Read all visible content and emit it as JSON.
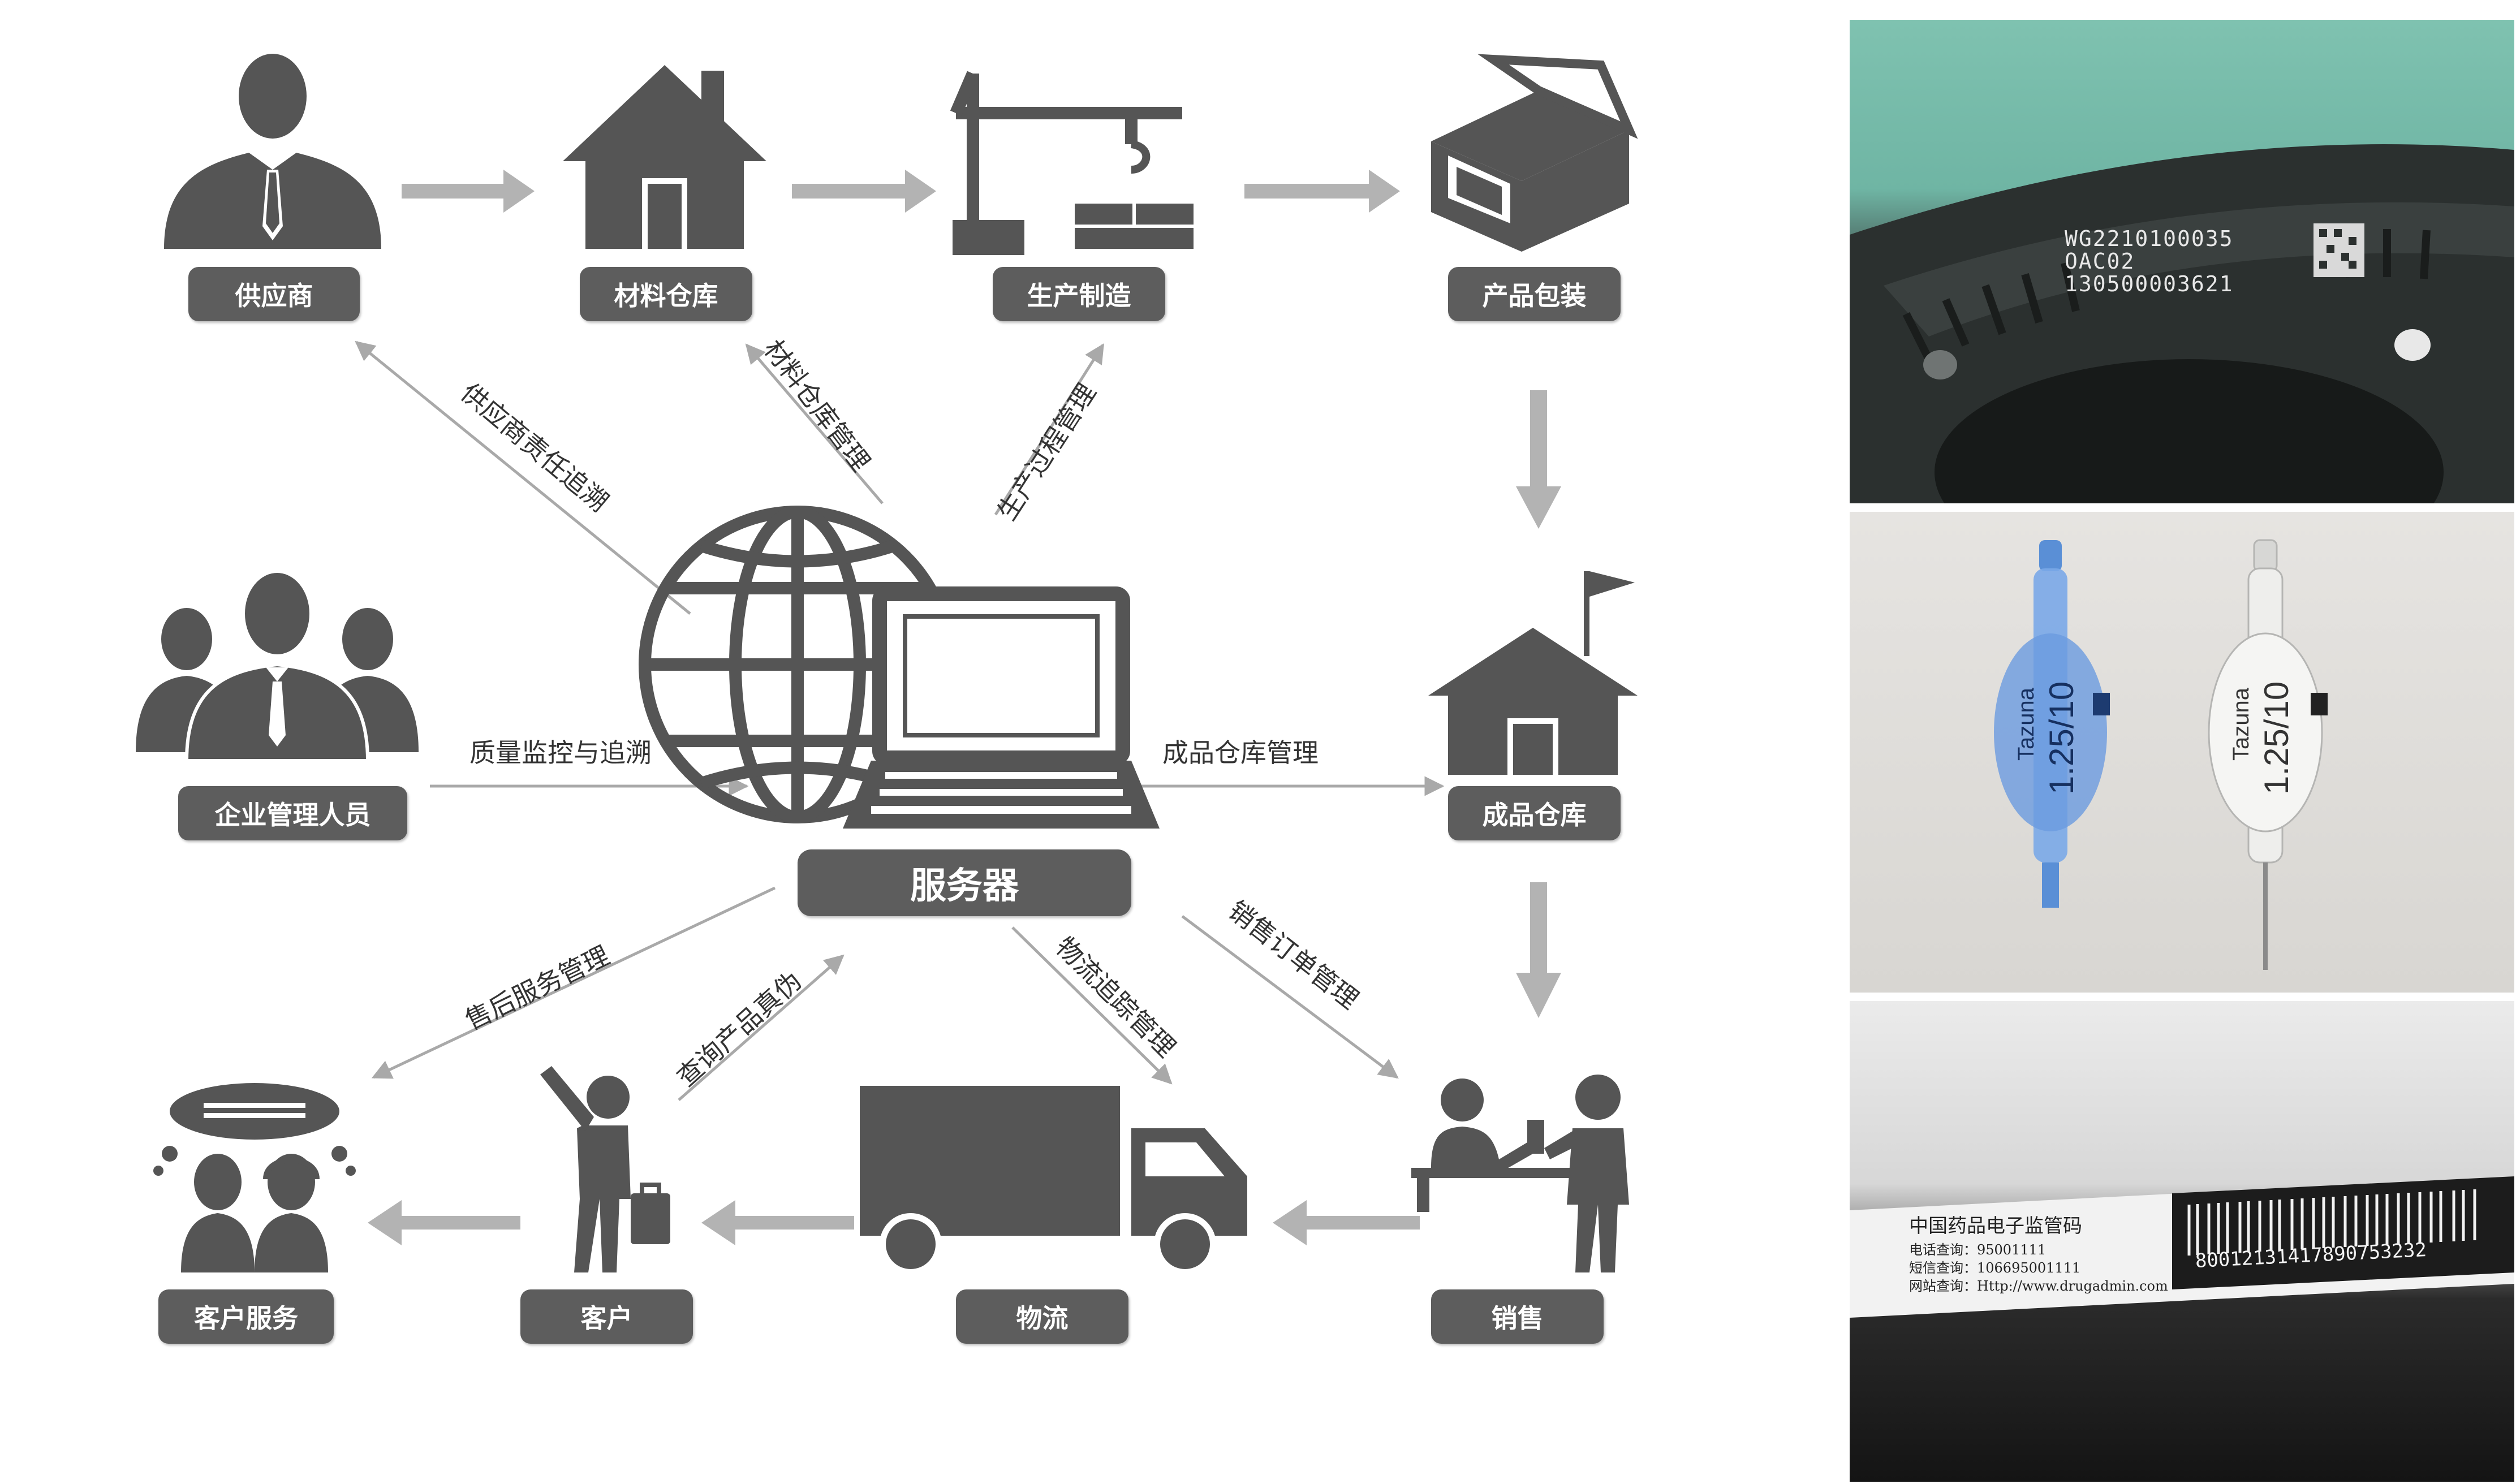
{
  "nodes": {
    "supplier": "供应商",
    "material_warehouse": "材料仓库",
    "production": "生产制造",
    "packaging": "产品包装",
    "management": "企业管理人员",
    "server": "服务器",
    "finished_warehouse": "成品仓库",
    "customer_service": "客户服务",
    "customer": "客户",
    "logistics": "物流",
    "sales": "销售"
  },
  "arrows": {
    "supplier_trace": "供应商责任追溯",
    "material_mgmt": "材料仓库管理",
    "process_mgmt": "生产过程管理",
    "quality": "质量监控与追溯",
    "finished_mgmt": "成品仓库管理",
    "aftersales": "售后服务管理",
    "authenticity": "查询产品真伪",
    "logistics_trace": "物流追踪管理",
    "sales_order": "销售订单管理"
  },
  "photos": {
    "gear": {
      "line1": "WG2210100035",
      "line2": "OAC02",
      "line3": "130500003621"
    },
    "needles": {
      "brand": "Tazuna",
      "size": "1.25/10"
    },
    "barcode": {
      "title": "中国药品电子监管码",
      "phone": "电话查询：95001111",
      "sms": "短信查询：106695001111",
      "web": "网站查询：Http://www.drugadmin.com",
      "number": "80012131417890753232"
    }
  },
  "colors": {
    "icon": "#555555",
    "arrow": "#a9a9a9",
    "label_bg": "#5d5d5d"
  }
}
